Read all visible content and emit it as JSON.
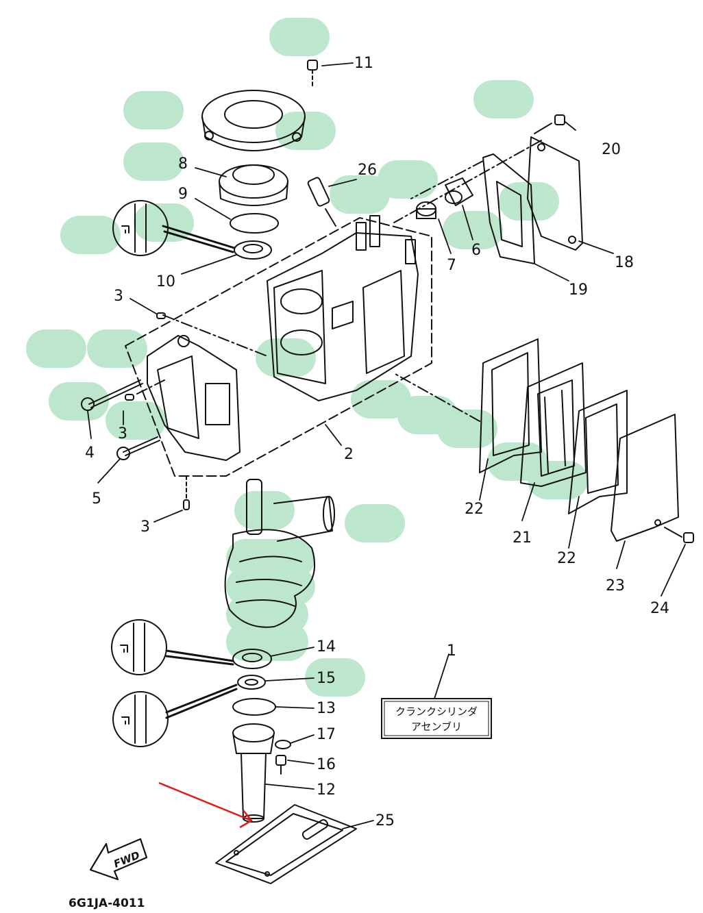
{
  "colors": {
    "ink": "#111111",
    "highlight": "#a8e0bd",
    "arrow": "#e11a1a",
    "paper": "#ffffff"
  },
  "callouts": {
    "p1": "1",
    "p2": "2",
    "p3a": "3",
    "p3b": "3",
    "p3c": "3",
    "p4": "4",
    "p5": "5",
    "p6": "6",
    "p7": "7",
    "p8": "8",
    "p9": "9",
    "p10": "10",
    "p11": "11",
    "p12": "12",
    "p13": "13",
    "p14": "14",
    "p15": "15",
    "p16": "16",
    "p17": "17",
    "p18": "18",
    "p19": "19",
    "p20": "20",
    "p21": "21",
    "p22a": "22",
    "p22b": "22",
    "p23": "23",
    "p24": "24",
    "p25": "25",
    "p26": "26"
  },
  "label_box": {
    "line1": "クランクシリンダ",
    "line2": "アセンブリ"
  },
  "fwd_label": "FWD",
  "diagram_code": "6G1JA-4011",
  "icons": [
    "grease-symbol-icon",
    "fwd-arrow-icon",
    "red-pointer-arrow-icon"
  ]
}
